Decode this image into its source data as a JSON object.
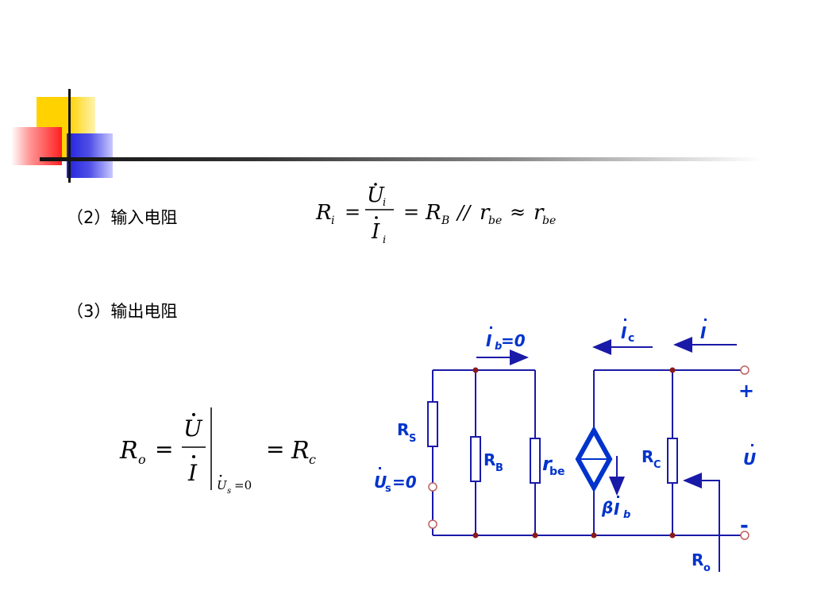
{
  "sections": [
    {
      "label": "（2）输入电阻"
    },
    {
      "label": "（3）输出电阻"
    }
  ],
  "formula_input": {
    "lhs_R": "R",
    "lhs_sub": "i",
    "num": "U",
    "num_sub": "i",
    "den": "I",
    "den_sub": "i",
    "eq": "=",
    "rb": "R",
    "rb_sub": "B",
    "parallel": "//",
    "rbe": "r",
    "rbe_sub": "be",
    "approx": "≈",
    "rbe2": "r",
    "rbe2_sub": "be"
  },
  "formula_output": {
    "lhs_R": "R",
    "lhs_sub": "o",
    "num": "U",
    "den": "I",
    "eq": "=",
    "cond_var": "U",
    "cond_sub": "s",
    "cond_val": "=0",
    "eq2": "=",
    "rc": "R",
    "rc_sub": "c"
  },
  "circuit": {
    "ib_label": "I",
    "ib_sub": "b",
    "ib_val": "=0",
    "ic_label": "I",
    "ic_sub": "c",
    "i_label": "I",
    "rs_label": "R",
    "rs_sub": "S",
    "us_label": "U",
    "us_sub": "s",
    "us_val": "=0",
    "rb_label": "R",
    "rb_sub": "B",
    "rbe_label": "r",
    "rbe_sub": "be",
    "beta_label": "β",
    "beta_i": "I",
    "beta_sub": "b",
    "rc_label": "R",
    "rc_sub": "C",
    "u_label": "U",
    "plus": "+",
    "minus": "-",
    "ro_label": "R",
    "ro_sub": "o",
    "colors": {
      "wire": "#1a1aa8",
      "accent": "#0033cc",
      "node": "#8b1a1a"
    }
  }
}
